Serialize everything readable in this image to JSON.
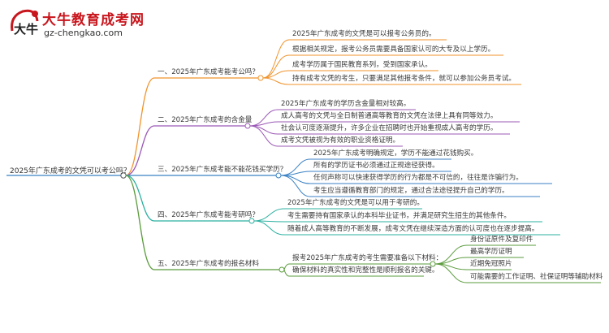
{
  "brand": {
    "name": "大牛教育成考网",
    "url": "gz-chengkao.com",
    "logo_glyph": "大牛",
    "color": "#c8161d"
  },
  "root": "2025年广东成考的文凭可以考公吗？",
  "branches": [
    {
      "title": "一、2025年广东成考能考公吗？",
      "color": "#f0932b",
      "leaves": [
        "2025年广东成考的文凭是可以报考公务员的。",
        "根据相关规定，报考公务员需要具备国家认可的大专及以上学历。",
        "成考学历属于国民教育系列，受到国家承认。",
        "持有成考文凭的考生，只要满足其他报考条件，就可以参加公务员考试。"
      ]
    },
    {
      "title": "二、2025年广东成考的含金量",
      "color": "#9b59b6",
      "leaves": [
        "2025年广东成考的学历含金量相对较高。",
        "成人高考的文凭与全日制普通高等教育的文凭在法律上具有同等效力。",
        "社会认可度逐渐提升，许多企业在招聘时也开始重视成人高考的学历。",
        "成考文凭被视为有效的职业资格证明。"
      ]
    },
    {
      "title": "三、2025年广东成考能不能花钱买学历？",
      "color": "#3b82c4",
      "leaves": [
        "2025年广东成考明确规定，学历不能通过花钱购买。",
        "所有的学历证书必须通过正规途径获得。",
        "任何声称可以快速获得学历的行为都是不可信的，往往是诈骗行为。",
        "考生应当遵循教育部门的规定，通过合法途径提升自己的学历。"
      ]
    },
    {
      "title": "四、2025年广东成考能考研吗？",
      "color": "#2bb0a0",
      "leaves": [
        "2025年广东成考的文凭是可以用于考研的。",
        "考生需要持有国家承认的本科毕业证书，并满足研究生招生的其他条件。",
        "随着成人高等教育的不断发展，成考文凭在继续深造方面的认可度也在逐步提高。"
      ]
    },
    {
      "title": "五、2025年广东成考的报名材料",
      "color": "#5a9b3c",
      "leaves": [
        "报考2025年广东成考的考生需要准备以下材料：",
        "确保材料的真实性和完整性是顺利报名的关键。"
      ],
      "sub_leaves": [
        "身份证原件及复印件",
        "最高学历证明",
        "近期免冠照片",
        "可能需要的工作证明、社保证明等辅助材料"
      ]
    }
  ]
}
